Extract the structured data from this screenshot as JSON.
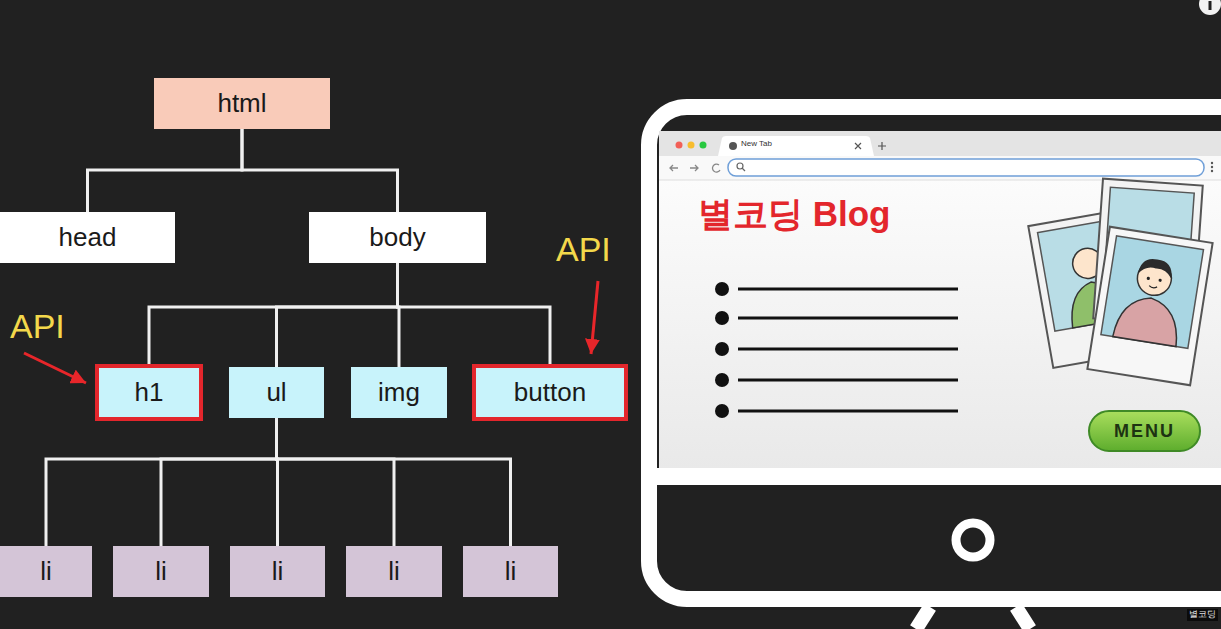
{
  "diagram": {
    "nodes": [
      {
        "text": [
          "html"
        ]
      },
      {
        "text": [
          "head"
        ]
      },
      {
        "text": [
          "body"
        ]
      },
      {
        "text": [
          "h1"
        ]
      },
      {
        "text": [
          "ul"
        ]
      },
      {
        "text": [
          "img"
        ]
      },
      {
        "text": [
          "button"
        ]
      },
      {
        "text": [
          "li"
        ]
      },
      {
        "text": [
          "li"
        ]
      },
      {
        "text": [
          "li"
        ]
      },
      {
        "text": [
          "li"
        ]
      },
      {
        "text": [
          "li"
        ]
      },
      {
        "text": [
          "MENU"
        ]
      }
    ],
    "edges": [
      {
        "from": 0,
        "to": 1,
        "arrow": "none"
      },
      {
        "from": 0,
        "to": 2,
        "arrow": "none"
      },
      {
        "from": 2,
        "to": 3,
        "arrow": "none"
      },
      {
        "from": 2,
        "to": 4,
        "arrow": "none"
      },
      {
        "from": 2,
        "to": 5,
        "arrow": "none"
      },
      {
        "from": 2,
        "to": 6,
        "arrow": "none"
      },
      {
        "from": 4,
        "to": 7,
        "arrow": "none"
      },
      {
        "from": 4,
        "to": 8,
        "arrow": "none"
      },
      {
        "from": 4,
        "to": 9,
        "arrow": "none"
      },
      {
        "from": 4,
        "to": 10,
        "arrow": "none"
      },
      {
        "from": 4,
        "to": 11,
        "arrow": "none"
      }
    ],
    "labels": [
      "API",
      "API",
      "New Tab",
      "별코딩 Blog",
      "별코딩"
    ]
  }
}
